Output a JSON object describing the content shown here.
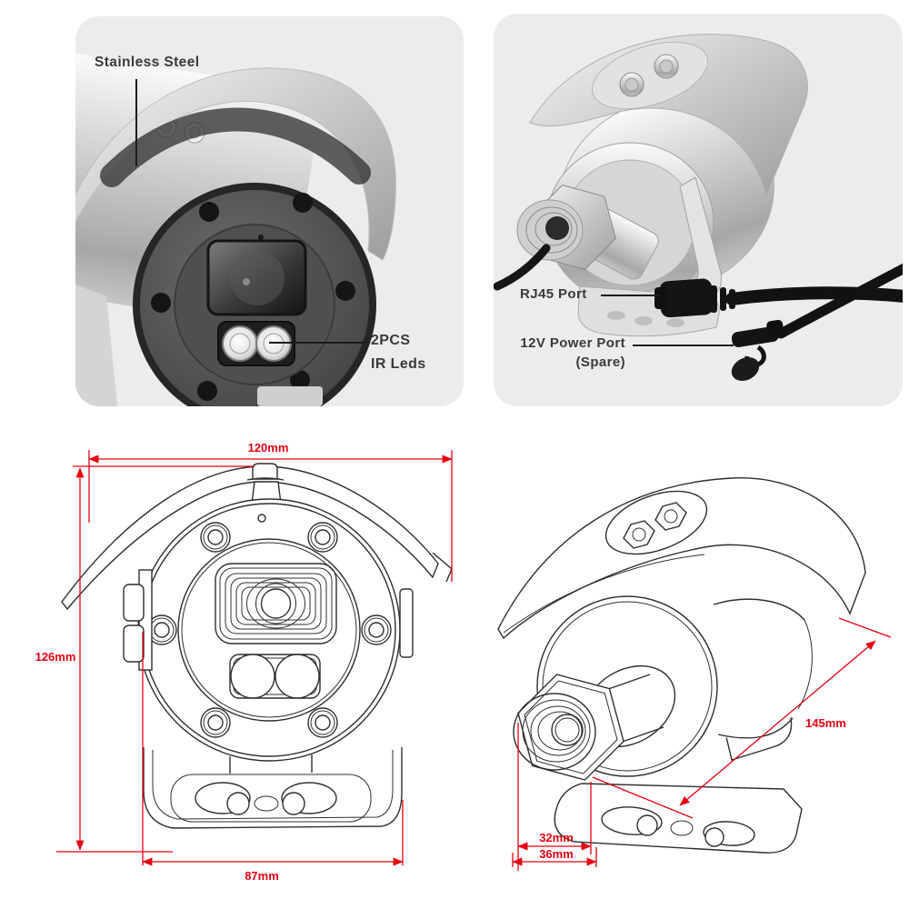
{
  "colors": {
    "page_bg": "#ffffff",
    "panel_bg": "#ececec",
    "label_text": "#3a3a3a",
    "dimension_red": "#e60012",
    "line_art": "#2f2f2f"
  },
  "front_photo": {
    "label_material": "Stainless Steel",
    "ir_label_line1": "2PCS",
    "ir_label_line2": "IR Leds"
  },
  "rear_photo": {
    "label_rj45": "RJ45 Port",
    "label_power_line1": "12V Power Port",
    "label_power_line2": "(Spare)"
  },
  "front_drawing": {
    "dim_width": "120mm",
    "dim_height": "126mm",
    "dim_bracket_width": "87mm"
  },
  "iso_drawing": {
    "dim_length": "145mm",
    "dim_gland_inner": "32mm",
    "dim_gland_outer": "36mm"
  }
}
